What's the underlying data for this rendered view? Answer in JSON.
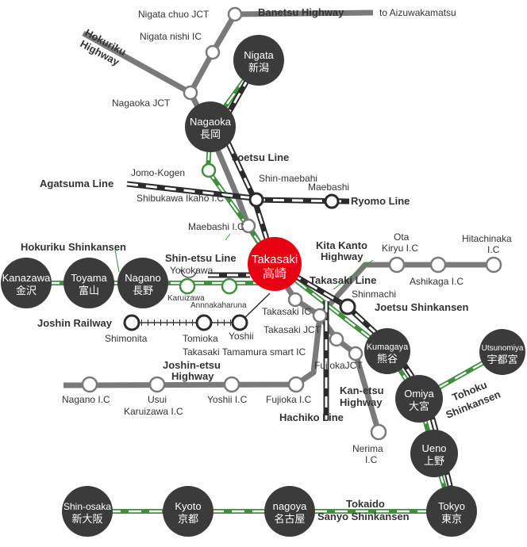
{
  "title": "Route map around Takasaki",
  "colors": {
    "shinkansen": "#3f8f3f",
    "highway": "#7a7a7a",
    "rail": "#2b2b2b",
    "hub": "#e60012",
    "station": "#3b3b3b"
  },
  "hubs": {
    "nigata": {
      "en": "Nigata",
      "ja": "新潟"
    },
    "nagaoka": {
      "en": "Nagaoka",
      "ja": "長岡"
    },
    "takasaki": {
      "en": "Takasaki",
      "ja": "高崎"
    },
    "kanazawa": {
      "en": "Kanazawa",
      "ja": "金沢"
    },
    "toyama": {
      "en": "Toyama",
      "ja": "富山"
    },
    "nagano": {
      "en": "Nagano",
      "ja": "長野"
    },
    "kumagaya": {
      "en": "Kumagaya",
      "ja": "熊谷"
    },
    "omiya": {
      "en": "Omiya",
      "ja": "大宮"
    },
    "ueno": {
      "en": "Ueno",
      "ja": "上野"
    },
    "tokyo": {
      "en": "Tokyo",
      "ja": "東京"
    },
    "utsunomiya": {
      "en": "Utsunomiya",
      "ja": "宇都宮"
    },
    "shinosaka": {
      "en": "Shin-osaka",
      "ja": "新大阪"
    },
    "kyoto": {
      "en": "Kyoto",
      "ja": "京都"
    },
    "nagoya": {
      "en": "nagoya",
      "ja": "名古屋"
    }
  },
  "lines": {
    "banetsu": "Banetsu Highway",
    "to_aizu": "to Aizuwakamatsu",
    "hokuriku_hw_1": "Hokuriku",
    "hokuriku_hw_2": "Highway",
    "joetsu_line": "Joetsu Line",
    "agatsuma": "Agatsuma Line",
    "ryomo": "Ryomo Line",
    "hokuriku_shinkansen": "Hokuriku Shinkansen",
    "shinetsu_line": "Shin-etsu Line",
    "kitakanto_1": "Kita Kanto",
    "kitakanto_2": "Highway",
    "takasaki_line": "Takasaki Line",
    "joetsu_shinkansen": "Joetsu Shinkansen",
    "joshin_railway": "Joshin Railway",
    "joshinetsu_1": "Joshin-etsu",
    "joshinetsu_2": "Highway",
    "hachiko": "Hachiko Line",
    "kanetsu_1": "Kan-etsu",
    "kanetsu_2": "Highway",
    "tohoku_1": "Tohoku",
    "tohoku_2": "Shinkansen",
    "tokaido": "Tokaido",
    "sanyo": "Sanyo Shinkansen"
  },
  "stops": {
    "nigata_chuo": "Nigata chuo JCT",
    "nigata_nishi": "Nigata nishi IC",
    "nagaoka_jct": "Nagaoka JCT",
    "jomo": "Jomo-Kogen",
    "shinmaebashi": "Shin-maebahi",
    "maebashi": "Maebashi",
    "shibukawa": "Shibukawa Ikaho I.C",
    "maebashi_ic": "Maebashi I.C",
    "yokokawa": "Yokokawa",
    "karuizawa": "Karuizawa",
    "annaka": "Annnakaharuna",
    "takasaki_ic": "Takasaki IC",
    "takasaki_jct": "Takasaki JCT",
    "tamamura": "Takasaki Tamamura smart IC",
    "fujioka_jct": "FujiokaJCT",
    "shinmachi": "Shinmachi",
    "ota_1": "Ota",
    "ota_2": "Kiryu I.C",
    "ashikaga": "Ashikaga I.C",
    "hitachinaka_1": "Hitachinaka",
    "hitachinaka_2": "I.C",
    "shimonita": "Shimonita",
    "tomioka": "Tomioka",
    "yoshii": "Yoshii",
    "nagano_ic": "Nagano I.C",
    "usui_1": "Usui",
    "usui_2": "Karuizawa I.C",
    "yoshii_ic": "Yoshii I.C",
    "fujioka_ic": "Fujioka I.C",
    "nerima_1": "Nerima",
    "nerima_2": "I.C"
  }
}
